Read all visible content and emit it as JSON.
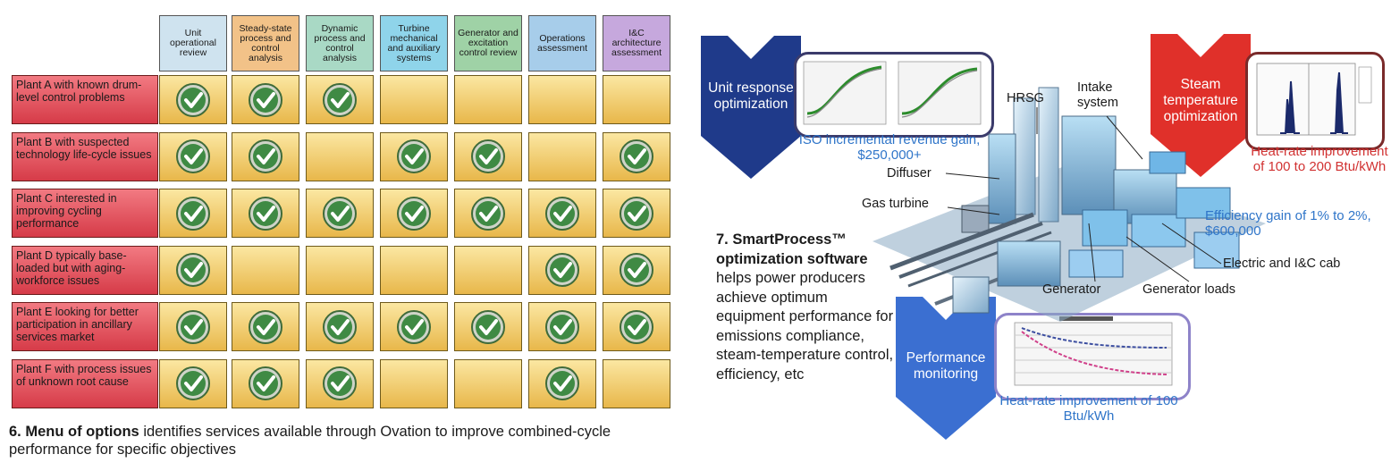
{
  "fig6": {
    "columns": [
      {
        "label": "Unit operational review",
        "color": "#cfe3ef"
      },
      {
        "label": "Steady-state process and control analysis",
        "color": "#f2c288"
      },
      {
        "label": "Dynamic process and control analysis",
        "color": "#a9d9c5"
      },
      {
        "label": "Turbine mechanical and auxiliary systems",
        "color": "#8fd4ea"
      },
      {
        "label": "Generator and excitation control review",
        "color": "#9fd2a6"
      },
      {
        "label": "Operations assessment",
        "color": "#a7cdea"
      },
      {
        "label": "I&C architecture assessment",
        "color": "#c6a8dd"
      }
    ],
    "rows": [
      {
        "label": "Plant A with known drum-level control problems",
        "checks": [
          true,
          true,
          true,
          false,
          false,
          false,
          false
        ]
      },
      {
        "label": "Plant B with suspected technology life-cycle issues",
        "checks": [
          true,
          true,
          false,
          true,
          true,
          false,
          true
        ]
      },
      {
        "label": "Plant C interested in improving cycling performance",
        "checks": [
          true,
          true,
          true,
          true,
          true,
          true,
          true
        ]
      },
      {
        "label": "Plant D typically base-loaded but with aging-workforce issues",
        "checks": [
          true,
          false,
          false,
          false,
          false,
          true,
          true
        ]
      },
      {
        "label": "Plant E looking for better participation in ancillary services market",
        "checks": [
          true,
          true,
          true,
          true,
          true,
          true,
          true
        ]
      },
      {
        "label": "Plant F with process issues of unknown root cause",
        "checks": [
          true,
          true,
          true,
          false,
          false,
          true,
          false
        ]
      }
    ],
    "caption_bold": "6. Menu of options",
    "caption_rest": " identifies services available through Ovation to improve combined-cycle performance for specific objectives"
  },
  "fig7": {
    "chevrons": {
      "unit_response": "Unit response optimization",
      "steam_temp": "Steam temperature optimization",
      "performance": "Performance monitoring"
    },
    "results": {
      "iso_gain": "ISO incremental revenue gain, $250,000+",
      "heat_rate_200": "Heat-rate improvement of 100 to 200 Btu/kWh",
      "efficiency": "Efficiency gain of 1% to 2%, $600,000",
      "heat_rate_100": "Heat-rate improvement of 100 Btu/kWh"
    },
    "components": {
      "hrsg": "HRSG",
      "intake": "Intake system",
      "diffuser": "Diffuser",
      "gas_turbine": "Gas turbine",
      "electric_cab": "Electric and I&C cab",
      "generator": "Generator",
      "generator_loads": "Generator loads"
    },
    "caption_bold": "7. SmartProcess™ optimization software",
    "caption_rest": " helps power producers achieve optimum equipment performance for emissions compliance, steam-temperature control, efficiency, etc",
    "colors": {
      "chevron_blue": "#1f3a8a",
      "chevron_red": "#e0302a",
      "result_blue": "#2f75c9",
      "result_red": "#d13232"
    }
  }
}
